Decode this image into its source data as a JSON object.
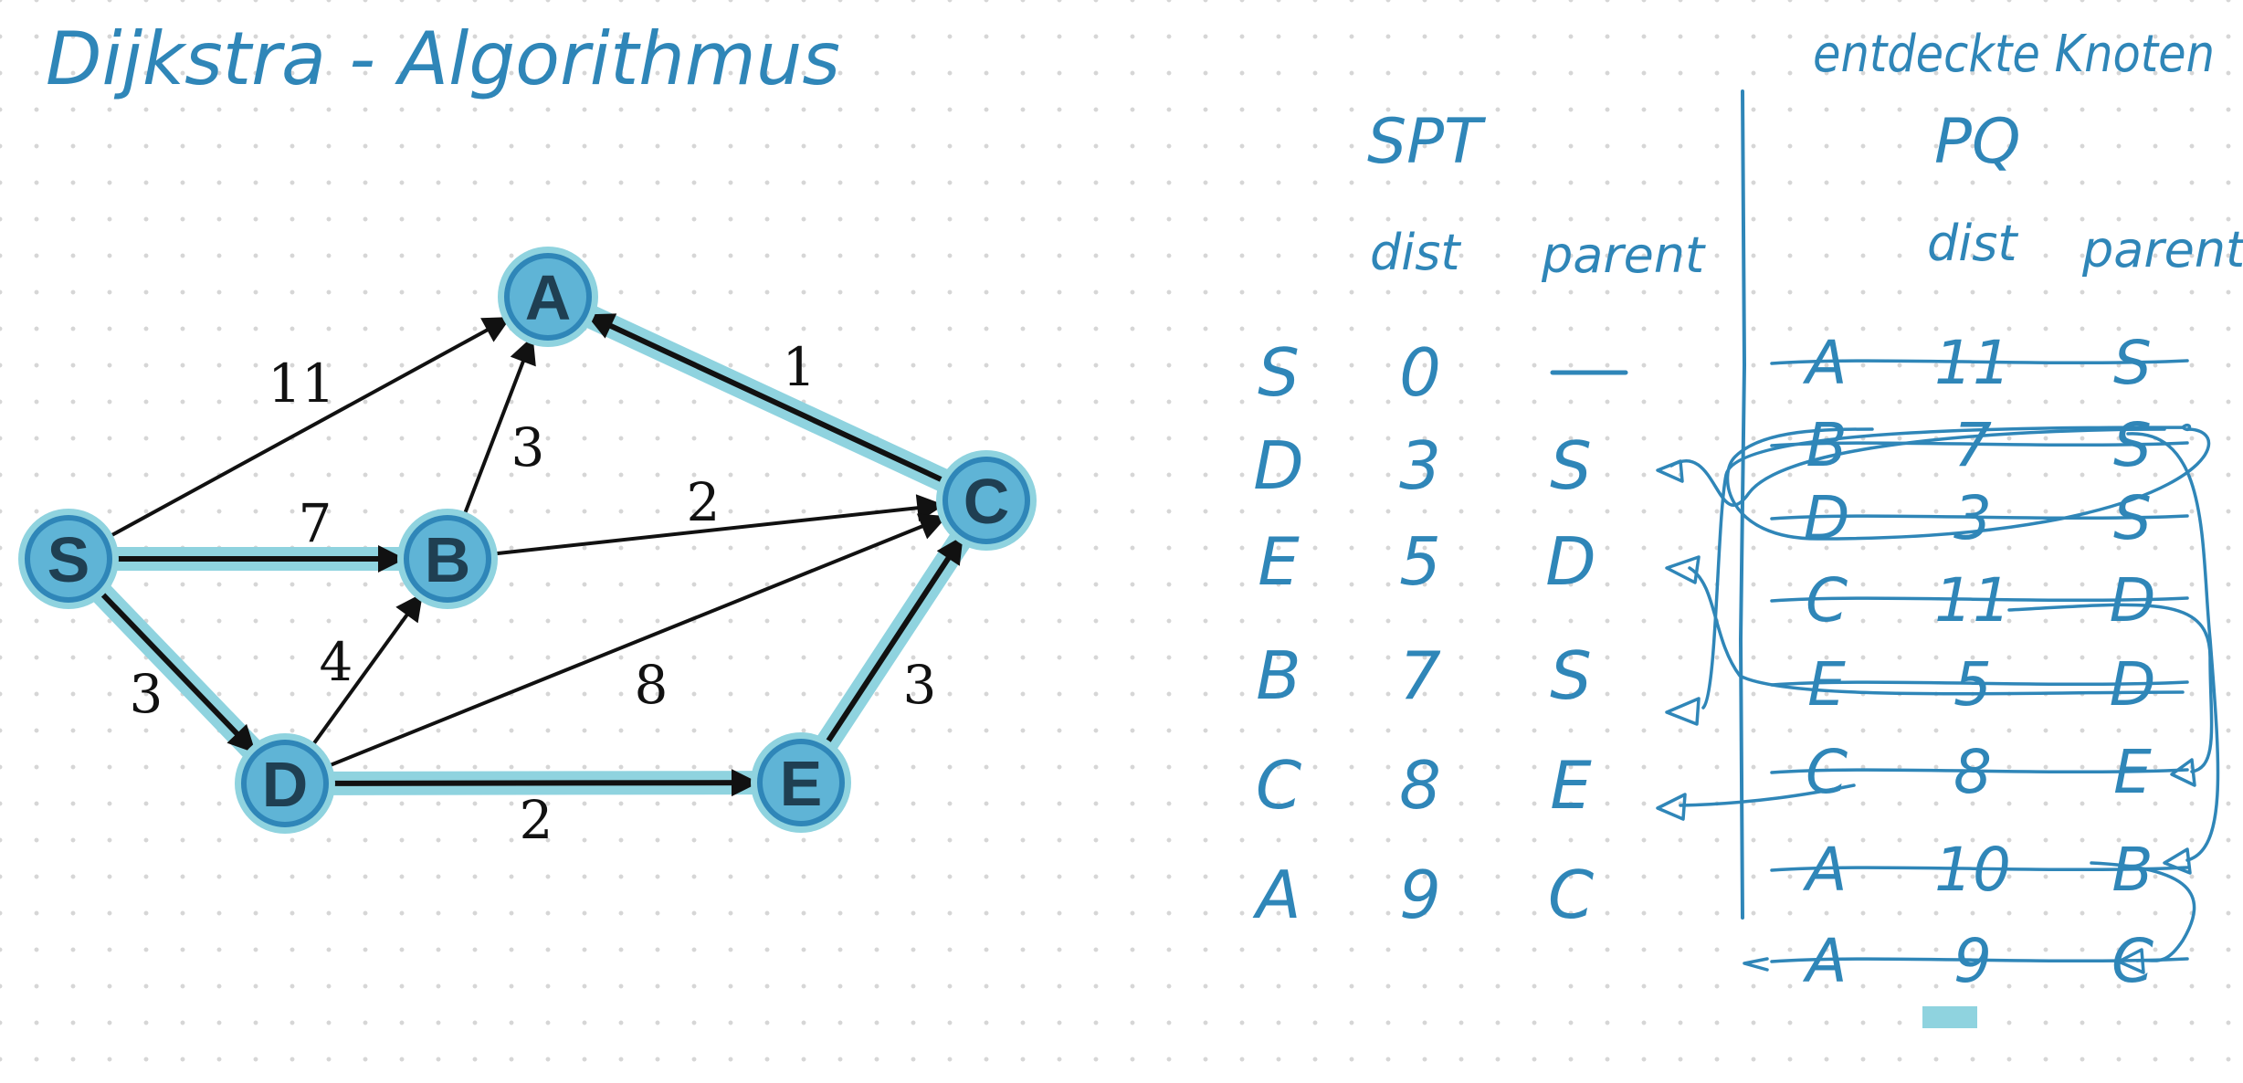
{
  "title": "Dijkstra - Algorithmus",
  "pq_note": "entdeckte Knoten",
  "colors": {
    "ink": "#2f86b8",
    "highlight": "#8fd3df",
    "node_fill": "#5fb4d6",
    "node_stroke": "#2f86b8",
    "edge": "#111111"
  },
  "graph": {
    "nodes": [
      {
        "id": "S",
        "label": "S"
      },
      {
        "id": "A",
        "label": "A"
      },
      {
        "id": "B",
        "label": "B"
      },
      {
        "id": "C",
        "label": "C"
      },
      {
        "id": "D",
        "label": "D"
      },
      {
        "id": "E",
        "label": "E"
      }
    ],
    "edges": [
      {
        "from": "S",
        "to": "A",
        "weight": "11",
        "in_spt": false
      },
      {
        "from": "S",
        "to": "B",
        "weight": "7",
        "in_spt": true
      },
      {
        "from": "S",
        "to": "D",
        "weight": "3",
        "in_spt": true
      },
      {
        "from": "B",
        "to": "A",
        "weight": "3",
        "in_spt": false
      },
      {
        "from": "B",
        "to": "C",
        "weight": "2",
        "in_spt": false
      },
      {
        "from": "D",
        "to": "B",
        "weight": "4",
        "in_spt": false
      },
      {
        "from": "D",
        "to": "C",
        "weight": "8",
        "in_spt": false
      },
      {
        "from": "D",
        "to": "E",
        "weight": "2",
        "in_spt": true
      },
      {
        "from": "E",
        "to": "C",
        "weight": "3",
        "in_spt": true
      },
      {
        "from": "C",
        "to": "A",
        "weight": "1",
        "in_spt": true
      }
    ]
  },
  "spt": {
    "heading": "SPT",
    "col_dist": "dist",
    "col_parent": "parent",
    "rows": [
      {
        "node": "S",
        "dist": "0",
        "parent": "-"
      },
      {
        "node": "D",
        "dist": "3",
        "parent": "S"
      },
      {
        "node": "E",
        "dist": "5",
        "parent": "D"
      },
      {
        "node": "B",
        "dist": "7",
        "parent": "S"
      },
      {
        "node": "C",
        "dist": "8",
        "parent": "E"
      },
      {
        "node": "A",
        "dist": "9",
        "parent": "C"
      }
    ]
  },
  "pq": {
    "heading": "PQ",
    "col_dist": "dist",
    "col_parent": "parent",
    "rows": [
      {
        "node": "A",
        "dist": "11",
        "parent": "S",
        "crossed": true
      },
      {
        "node": "B",
        "dist": "7",
        "parent": "S",
        "crossed": true
      },
      {
        "node": "D",
        "dist": "3",
        "parent": "S",
        "crossed": true
      },
      {
        "node": "C",
        "dist": "11",
        "parent": "D",
        "crossed": true
      },
      {
        "node": "E",
        "dist": "5",
        "parent": "D",
        "crossed": true
      },
      {
        "node": "C",
        "dist": "8",
        "parent": "E",
        "crossed": true
      },
      {
        "node": "A",
        "dist": "10",
        "parent": "B",
        "crossed": true
      },
      {
        "node": "A",
        "dist": "9",
        "parent": "C",
        "crossed": true
      }
    ]
  }
}
